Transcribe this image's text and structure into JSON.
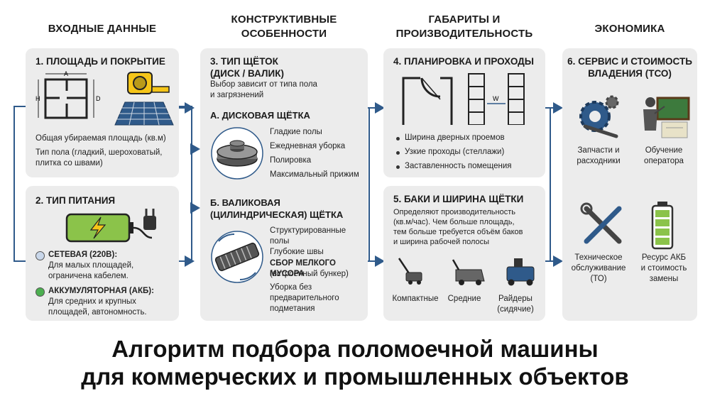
{
  "columns": {
    "input": "ВХОДНЫЕ ДАННЫЕ",
    "design": "КОНСТРУКТИВНЫЕ\nОСОБЕННОСТИ",
    "size": "ГАБАРИТЫ И\nПРОИЗВОДИТЕЛЬНОСТЬ",
    "economy": "ЭКОНОМИКА"
  },
  "card1": {
    "title": "1. ПЛОЩАДЬ И ПОКРЫТИЕ",
    "dim_a": "A",
    "dim_h": "H",
    "dim_d": "D",
    "text1": "Общая убираемая площадь (кв.м)",
    "text2": "Тип пола (гладкий, шероховатый,\nплитка со швами)"
  },
  "card2": {
    "title": "2. ТИП ПИТАНИЯ",
    "opt1_title": "СЕТЕВАЯ (220В):",
    "opt1_text": "Для малых площадей,\nограничена кабелем.",
    "opt2_title": "АККУМУЛЯТОРНАЯ (АКБ):",
    "opt2_text": "Для средних и крупных\nплощадей, автономность.",
    "colors": {
      "opt1": "#c9d7ea",
      "opt2": "#4caf50"
    }
  },
  "card3": {
    "title": "3. ТИП ЩЁТОК\n(ДИСК / ВАЛИК)",
    "intro": "Выбор зависит от типа пола\nи загрязнений",
    "sub_a": "А. ДИСКОВАЯ ЩЁТКА",
    "a_items": [
      "Гладкие полы",
      "Ежедневная уборка",
      "Полировка",
      "Максимальный прижим"
    ],
    "sub_b": "Б. ВАЛИКОВАЯ\n(ЦИЛИНДРИЧЕСКАЯ) ЩЁТКА",
    "b_item1": "Структурированные\nполы",
    "b_item2": "Глубокие швы",
    "b_item3_bold": "СБОР МЕЛКОГО МУСОРА",
    "b_item3": "(встроенный бункер)",
    "b_item4": "Уборка без\nпредварительного\nподметания"
  },
  "card4": {
    "title": "4. ПЛАНИРОВКА И ПРОХОДЫ",
    "dim_w": "W",
    "bullets": [
      "Ширина дверных проемов",
      "Узкие проходы (стеллажи)",
      "Заставленность помещения"
    ]
  },
  "card5": {
    "title": "5. БАКИ И ШИРИНА ЩЁТКИ",
    "text": "Определяют производительность\n(кв.м/час). Чем больше площадь,\nтем больше требуется объём баков\nи ширина рабочей полосы",
    "machines": [
      "Компактные",
      "Средние",
      "Райдеры\n(сидячие)"
    ]
  },
  "card6": {
    "title": "6. СЕРВИС И СТОИМОСТЬ\nВЛАДЕНИЯ (ТСО)",
    "items": [
      "Запчасти и\nрасходники",
      "Обучение\nоператора",
      "Техническое\nобслуживание\n(ТО)",
      "Ресурс АКБ\nи стоимость\nзамены"
    ]
  },
  "main_title": "Алгоритм подбора поломоечной машины\nдля коммерческих и промышленных объектов",
  "palette": {
    "accent": "#2f5a8a",
    "card": "#ececec",
    "battery": "#8bc34a",
    "gauge": "#f5c518"
  }
}
